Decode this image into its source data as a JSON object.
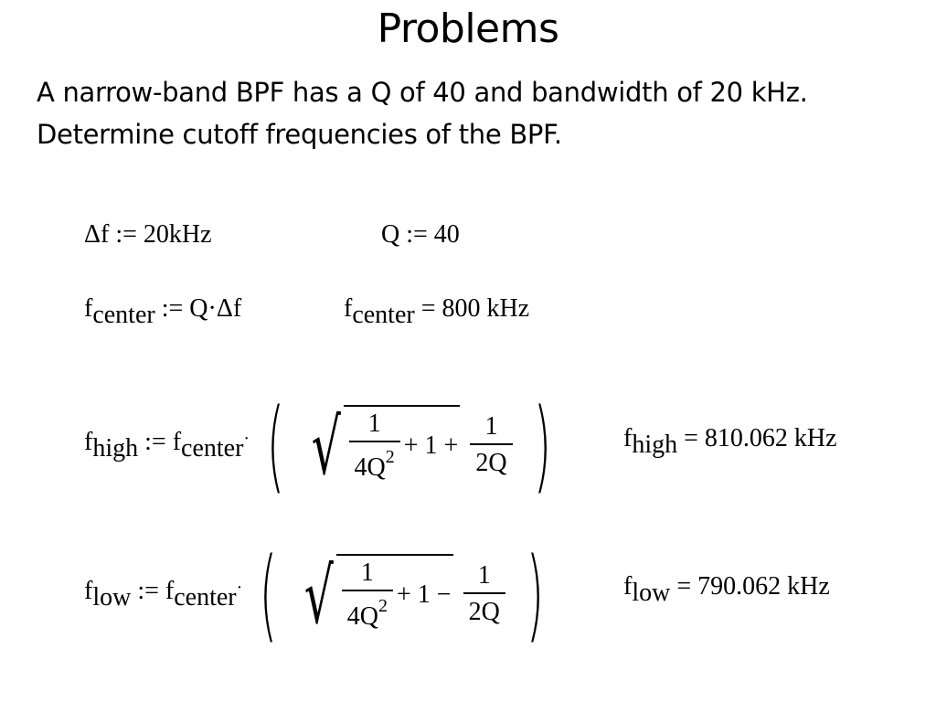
{
  "slide": {
    "title": "Problems",
    "problem_line1": "A narrow-band BPF has a Q of 40 and bandwidth of 20 kHz.",
    "problem_line2": "Determine cutoff frequencies of the BPF."
  },
  "math": {
    "delta_f_def": "Δf := 20kHz",
    "q_def": "Q := 40",
    "f_sym": "f",
    "center_sub": "center",
    "high_sub": "high",
    "low_sub": "low",
    "assign": ":=",
    "equals": "=",
    "q_times_df": "Q·Δf",
    "fcenter_result": "800 kHz",
    "fhigh_result": "810.062 kHz",
    "flow_result": "790.062 kHz",
    "one": "1",
    "four_q": "4Q",
    "sq": "2",
    "two_q": "2Q",
    "plus_one_plus": "+ 1 +",
    "plus_one_minus": "+ 1 −"
  }
}
